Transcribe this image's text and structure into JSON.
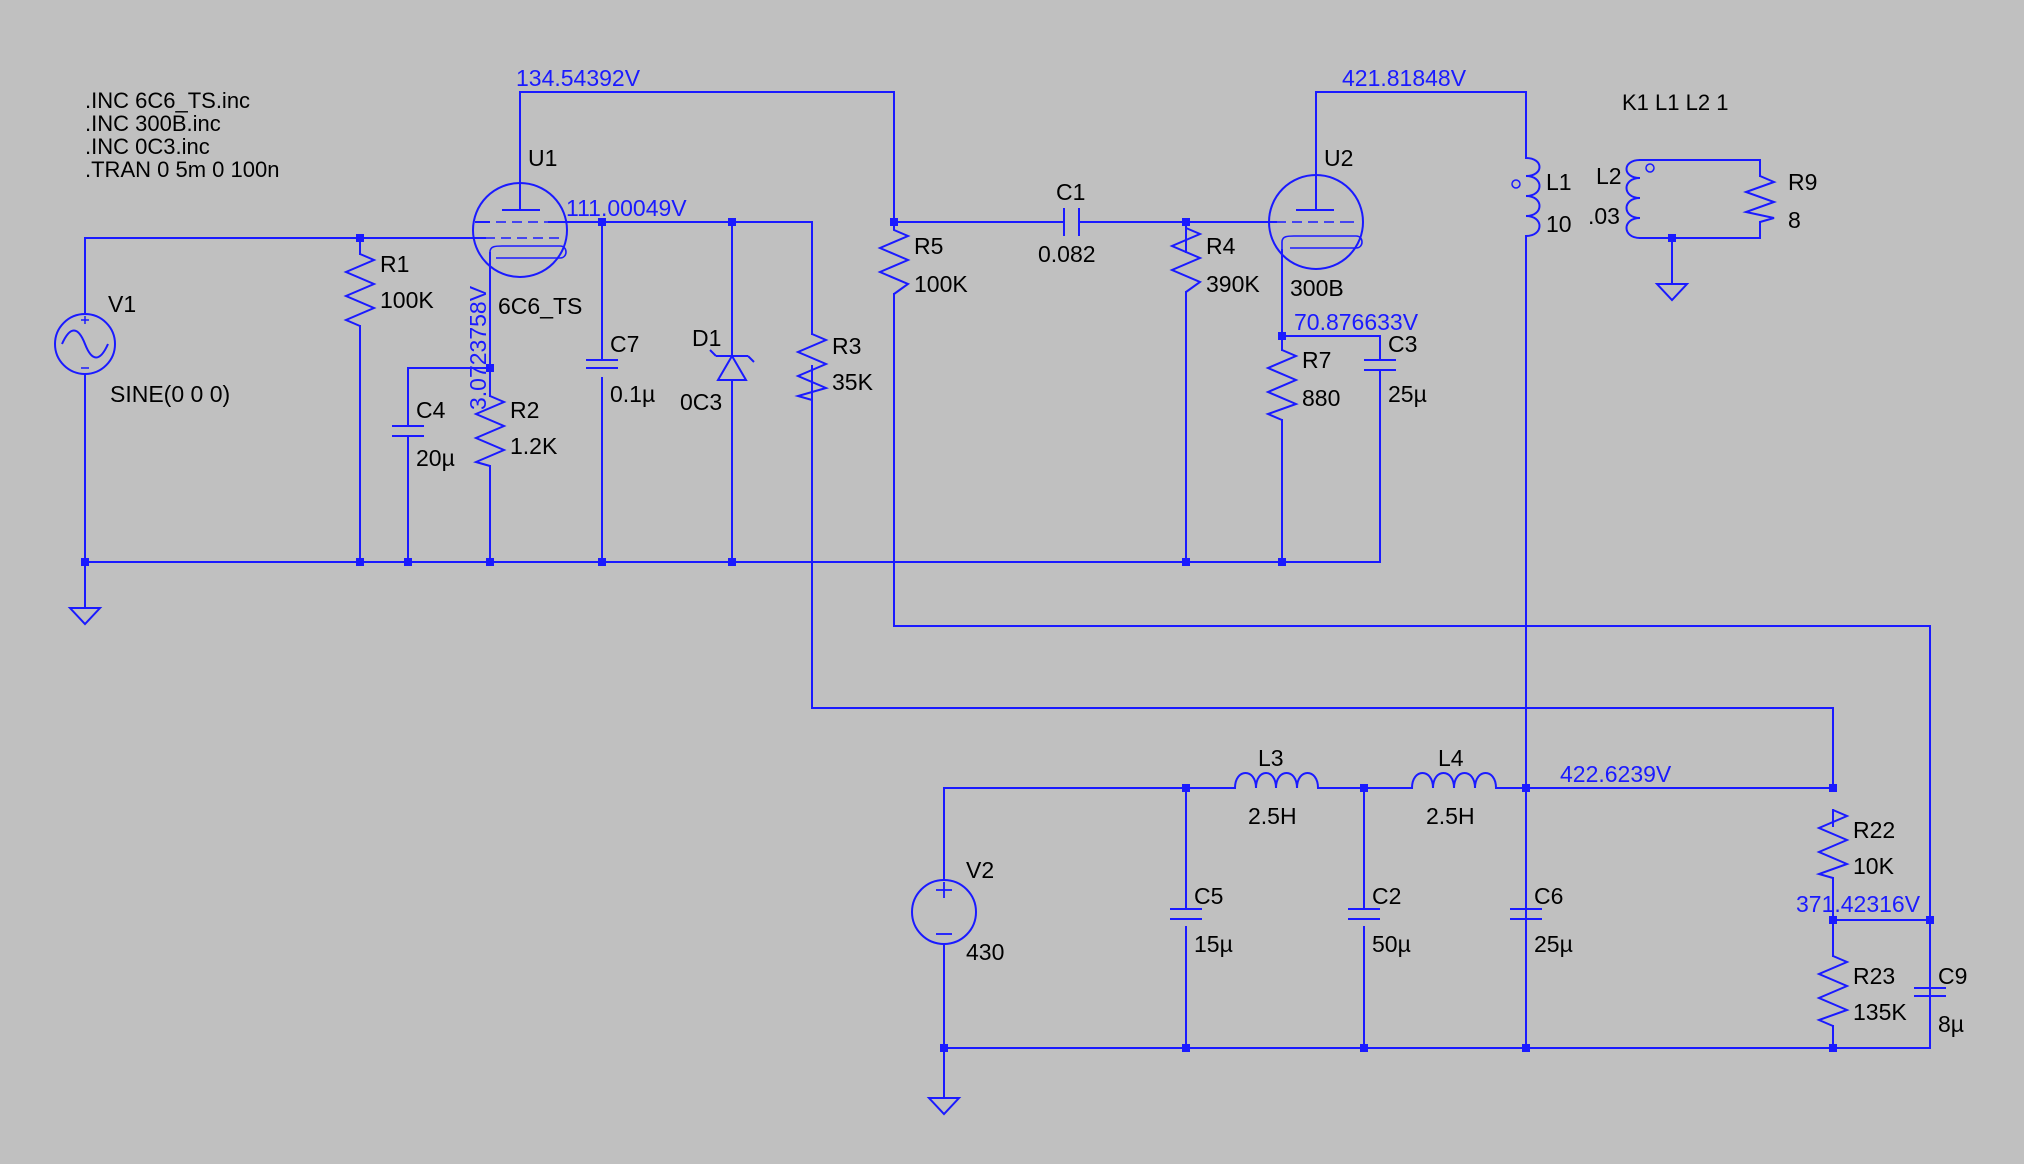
{
  "directives": [
    ".INC 6C6_TS.inc",
    ".INC 300B.inc",
    ".INC 0C3.inc",
    ".TRAN 0 5m 0 100n"
  ],
  "coupling": "K1 L1 L2 1",
  "components": {
    "V1": {
      "ref": "V1",
      "value": "SINE(0 0 0)"
    },
    "V2": {
      "ref": "V2",
      "value": "430"
    },
    "U1": {
      "ref": "U1",
      "value": "6C6_TS"
    },
    "U2": {
      "ref": "U2",
      "value": "300B"
    },
    "R1": {
      "ref": "R1",
      "value": "100K"
    },
    "R2": {
      "ref": "R2",
      "value": "1.2K"
    },
    "R3": {
      "ref": "R3",
      "value": "35K"
    },
    "R4": {
      "ref": "R4",
      "value": "390K"
    },
    "R5": {
      "ref": "R5",
      "value": "100K"
    },
    "R7": {
      "ref": "R7",
      "value": "880"
    },
    "R9": {
      "ref": "R9",
      "value": "8"
    },
    "R22": {
      "ref": "R22",
      "value": "10K"
    },
    "R23": {
      "ref": "R23",
      "value": "135K"
    },
    "C1": {
      "ref": "C1",
      "value": "0.082"
    },
    "C2": {
      "ref": "C2",
      "value": "50µ"
    },
    "C3": {
      "ref": "C3",
      "value": "25µ"
    },
    "C4": {
      "ref": "C4",
      "value": "20µ"
    },
    "C5": {
      "ref": "C5",
      "value": "15µ"
    },
    "C6": {
      "ref": "C6",
      "value": "25µ"
    },
    "C7": {
      "ref": "C7",
      "value": "0.1µ"
    },
    "C9": {
      "ref": "C9",
      "value": "8µ"
    },
    "L1": {
      "ref": "L1",
      "value": "10"
    },
    "L2": {
      "ref": "L2",
      "value": ".03"
    },
    "L3": {
      "ref": "L3",
      "value": "2.5H"
    },
    "L4": {
      "ref": "L4",
      "value": "2.5H"
    },
    "D1": {
      "ref": "D1",
      "value": "0C3"
    }
  },
  "voltages": {
    "u1_plate": "134.54392V",
    "u1_screen": "111.00049V",
    "u1_cathode": "3.0723758V",
    "u2_plate": "421.81848V",
    "u2_cathode": "70.876633V",
    "supply_out": "422.6239V",
    "divider": "371.42316V"
  },
  "colors": {
    "background": "#c0c0c0",
    "wire": "#1a1aff",
    "label": "#000000"
  }
}
